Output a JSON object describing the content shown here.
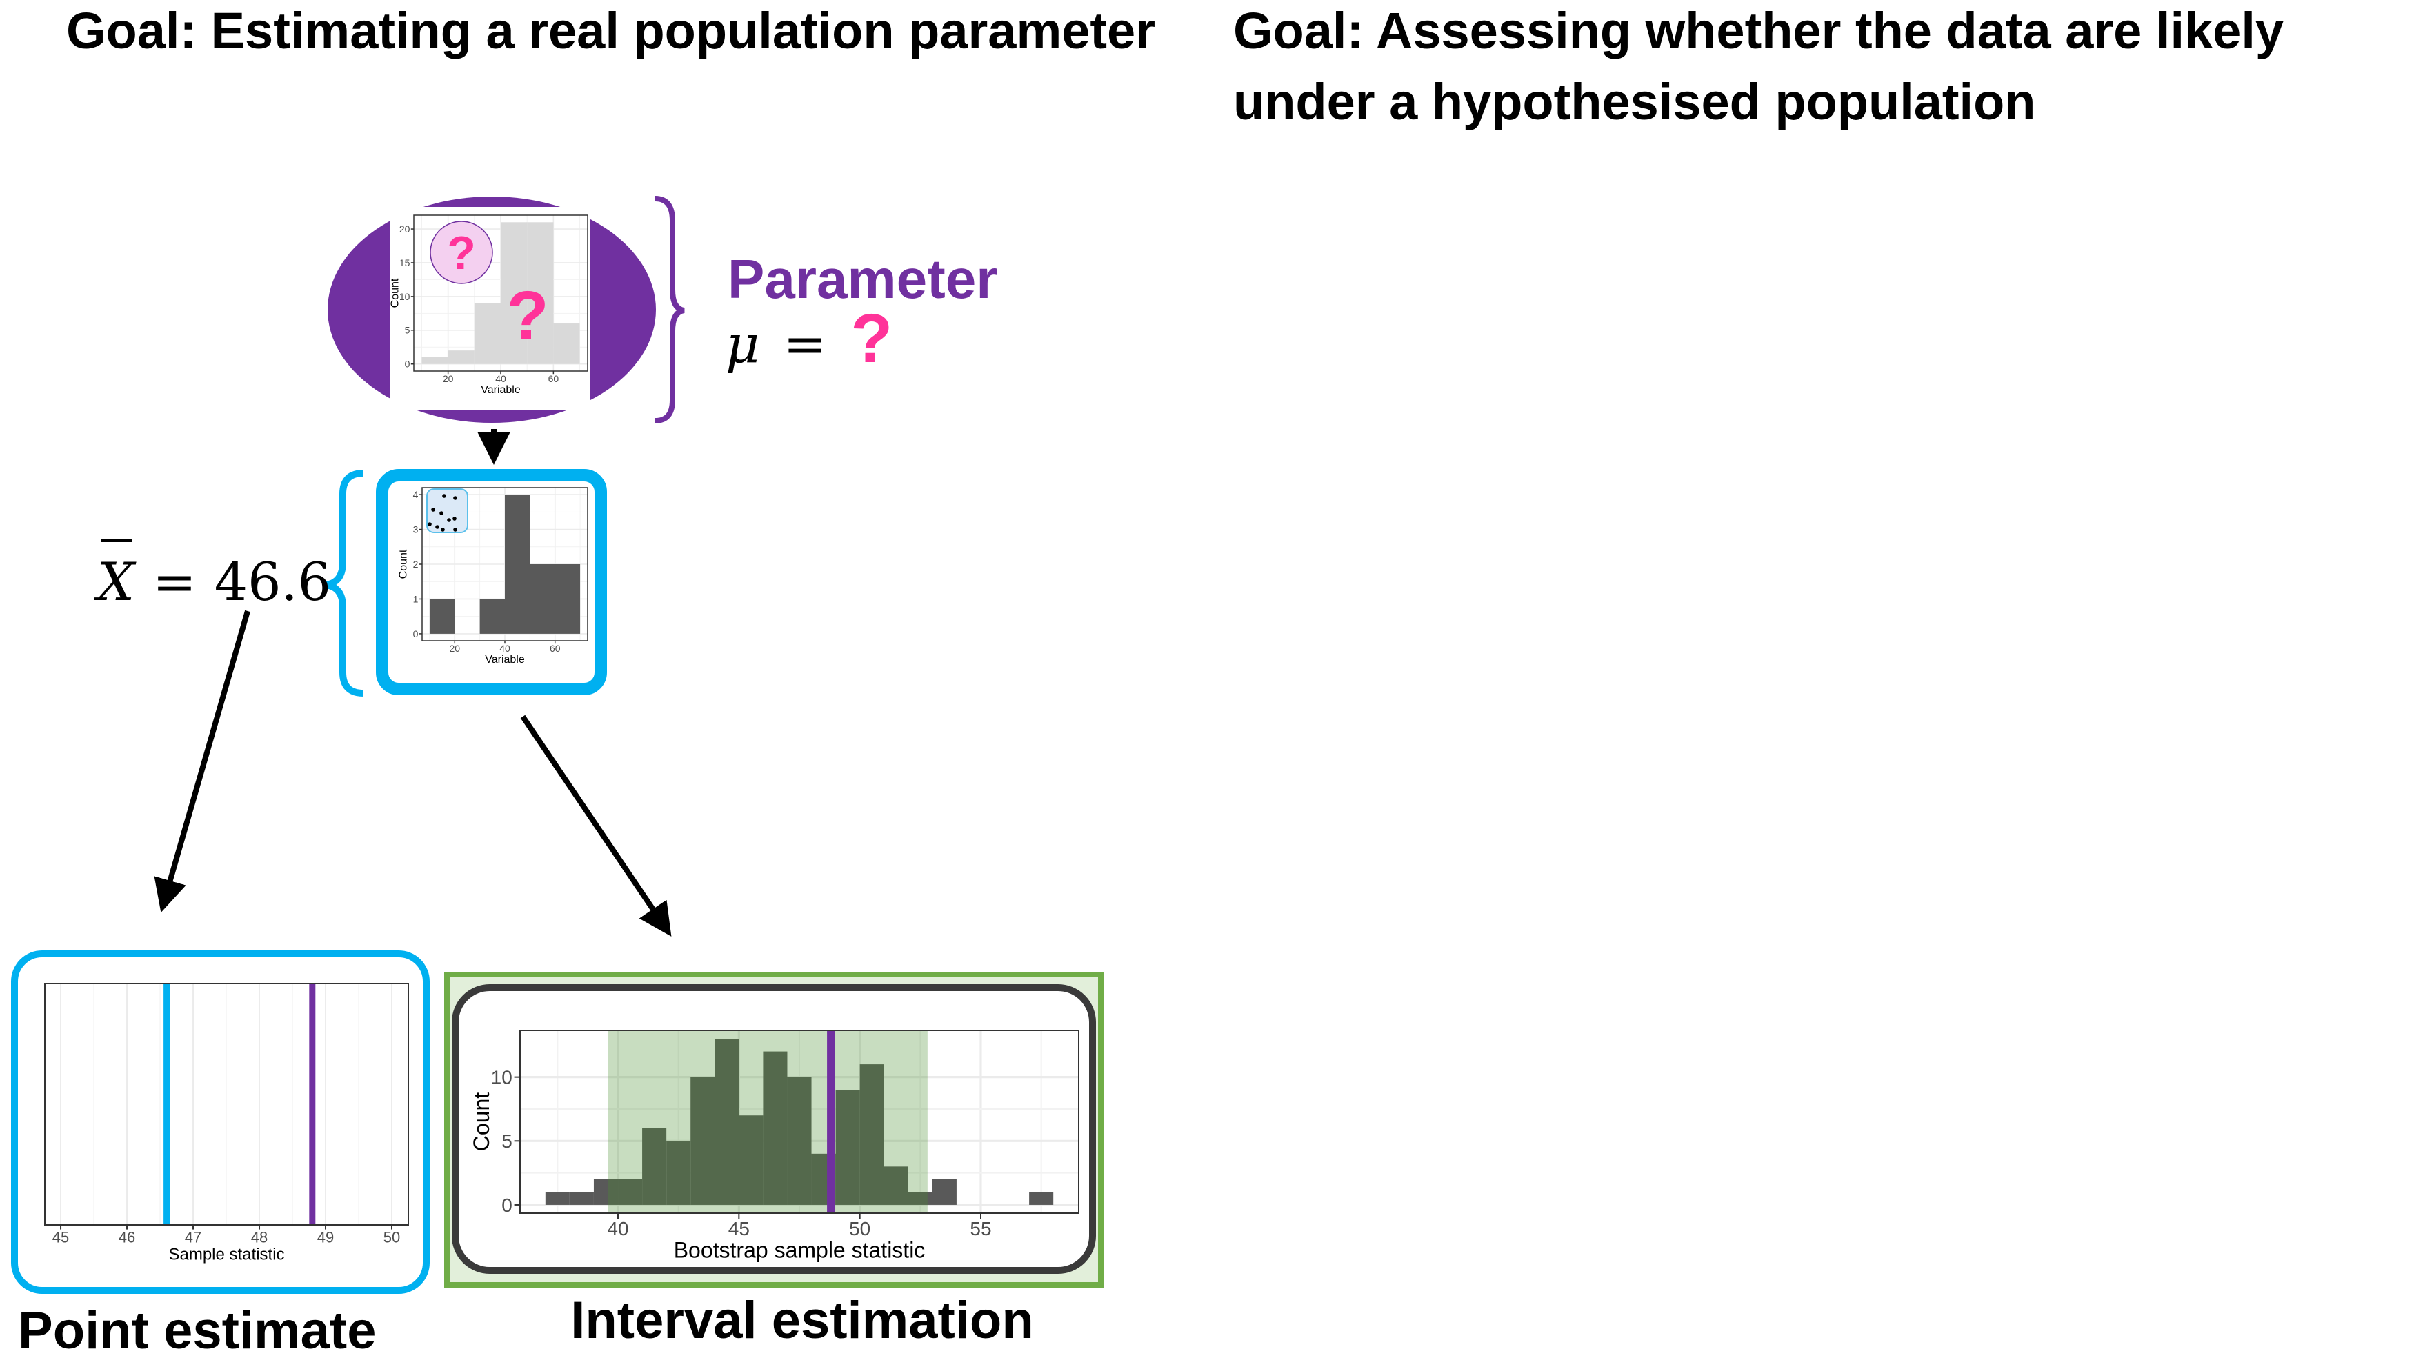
{
  "titles": {
    "left": "Goal: Estimating a real population parameter",
    "right_line1": "Goal: Assessing whether the data are likely",
    "right_line2": "under a hypothesised population"
  },
  "parameter": {
    "label": "Parameter",
    "symbol": "μ",
    "equals": "=",
    "unknown": "?"
  },
  "sample_mean": {
    "symbol": "X",
    "equals": "=",
    "value": "46.6"
  },
  "population_question_marks": [
    "?",
    "?"
  ],
  "captions": {
    "point": "Point estimate",
    "interval": "Interval estimation"
  },
  "colors": {
    "purple": "#7030a0",
    "blue": "#00b0f0",
    "pink": "#ff3399",
    "green_border": "#70ad47",
    "green_fill": "#e2efda",
    "bar_gray": "#595959",
    "pop_bar": "#d9d9d9"
  },
  "chart_data": [
    {
      "id": "population",
      "type": "bar",
      "xlabel": "Variable",
      "ylabel": "Count",
      "xlim": [
        7,
        73
      ],
      "ylim": [
        -1.05,
        22.05
      ],
      "xticks": [
        20,
        40,
        60
      ],
      "yticks": [
        0,
        5,
        10,
        15,
        20
      ],
      "bins": [
        [
          10,
          20,
          1
        ],
        [
          20,
          30,
          2
        ],
        [
          30,
          40,
          9
        ],
        [
          40,
          50,
          21
        ],
        [
          50,
          60,
          21
        ],
        [
          60,
          70,
          6
        ]
      ]
    },
    {
      "id": "sample",
      "type": "bar",
      "xlabel": "Variable",
      "ylabel": "Count",
      "xlim": [
        7,
        73
      ],
      "ylim": [
        -0.2,
        4.2
      ],
      "xticks": [
        20,
        40,
        60
      ],
      "yticks": [
        0,
        1,
        2,
        3,
        4
      ],
      "bins": [
        [
          10,
          20,
          1
        ],
        [
          20,
          30,
          0
        ],
        [
          30,
          40,
          1
        ],
        [
          40,
          50,
          4
        ],
        [
          50,
          60,
          2
        ],
        [
          60,
          70,
          2
        ]
      ]
    },
    {
      "id": "point_estimate",
      "type": "line",
      "xlabel": "Sample statistic",
      "xlim": [
        44.76,
        50.25
      ],
      "xticks": [
        45,
        46,
        47,
        48,
        49,
        50
      ],
      "vlines": [
        {
          "name": "sample mean",
          "value": 46.6,
          "color": "#00b0f0"
        },
        {
          "name": "population mean",
          "value": 48.8,
          "color": "#7030a0"
        }
      ]
    },
    {
      "id": "bootstrap",
      "type": "bar",
      "xlabel": "Bootstrap sample statistic",
      "ylabel": "Count",
      "xlim": [
        35.95,
        59.05
      ],
      "ylim": [
        -0.65,
        13.65
      ],
      "xticks": [
        40,
        45,
        50,
        55
      ],
      "yticks": [
        0,
        5,
        10
      ],
      "bins": [
        [
          37,
          38,
          1
        ],
        [
          38,
          39,
          1
        ],
        [
          39,
          40,
          2
        ],
        [
          40,
          41,
          2
        ],
        [
          41,
          42,
          6
        ],
        [
          42,
          43,
          5
        ],
        [
          43,
          44,
          10
        ],
        [
          44,
          45,
          13
        ],
        [
          45,
          46,
          7
        ],
        [
          46,
          47,
          12
        ],
        [
          47,
          48,
          10
        ],
        [
          48,
          49,
          4
        ],
        [
          49,
          50,
          9
        ],
        [
          50,
          51,
          11
        ],
        [
          51,
          52,
          3
        ],
        [
          52,
          53,
          1
        ],
        [
          53,
          54,
          2
        ],
        [
          54,
          55,
          0
        ],
        [
          55,
          56,
          0
        ],
        [
          56,
          57,
          0
        ],
        [
          57,
          58,
          1
        ]
      ],
      "confidence_interval": [
        39.6,
        52.8
      ],
      "vline": {
        "name": "population mean",
        "value": 48.8
      }
    }
  ]
}
